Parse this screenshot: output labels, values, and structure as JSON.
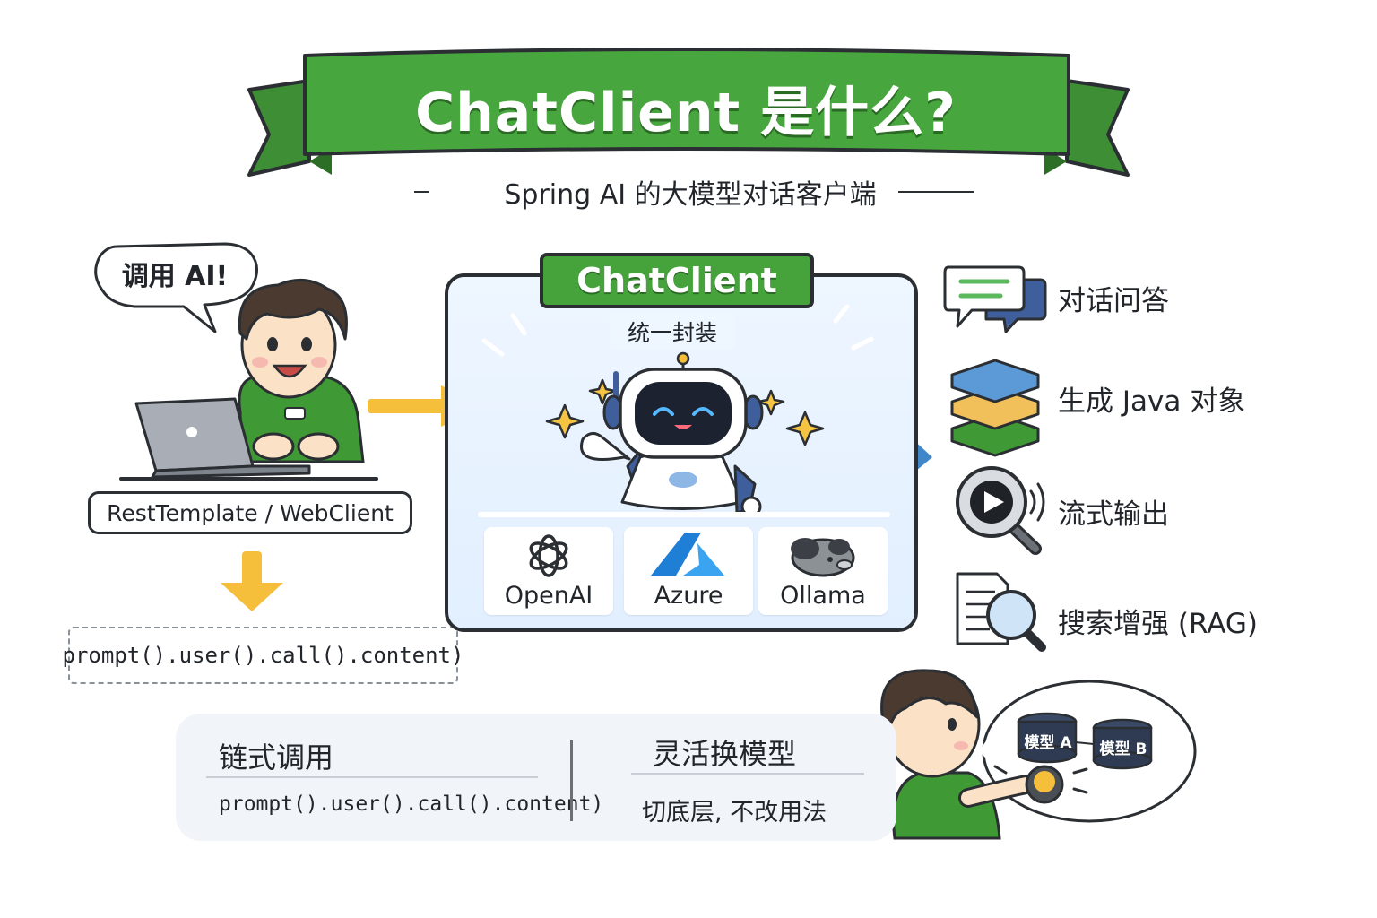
{
  "title": "ChatClient 是什么?",
  "subtitle": "Spring AI 的大模型对话客户端",
  "developer": {
    "speech": "调用 AI!",
    "tools_label": "RestTemplate / WebClient",
    "code_snippet": "prompt().user().call().content)"
  },
  "chatclient": {
    "name": "ChatClient",
    "tagline": "统一封装",
    "providers": [
      {
        "label": "OpenAI",
        "icon": "openai-logo-icon"
      },
      {
        "label": "Azure",
        "icon": "azure-logo-icon"
      },
      {
        "label": "Ollama",
        "icon": "ollama-logo-icon"
      }
    ]
  },
  "features": [
    {
      "label": "对话问答",
      "icon": "chat-bubbles-icon"
    },
    {
      "label": "生成 Java 对象",
      "icon": "stacked-layers-icon"
    },
    {
      "label": "流式输出",
      "icon": "play-magnifier-icon"
    },
    {
      "label": "搜索增强 (RAG)",
      "icon": "document-search-icon"
    }
  ],
  "bottom": {
    "left_title": "链式调用",
    "left_sub": "prompt().user().call().content)",
    "right_title": "灵活换模型",
    "right_sub": "切底层, 不改用法",
    "model_a": "模型 A",
    "model_b": "模型 B"
  },
  "colors": {
    "brand_green": "#46a33c",
    "arrow_yellow": "#f5bf3c",
    "arrow_blue": "#3f87c9",
    "panel_blue": "#e6f1ff"
  }
}
